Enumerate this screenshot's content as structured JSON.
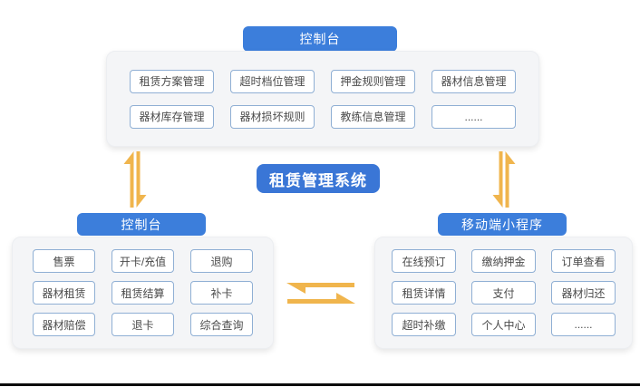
{
  "center": {
    "title": "租赁管理系统"
  },
  "top_panel": {
    "header": "控制台",
    "buttons": [
      "租赁方案管理",
      "超时档位管理",
      "押金规则管理",
      "器材信息管理",
      "器材库存管理",
      "器材损坏规则",
      "教练信息管理",
      "......"
    ]
  },
  "left_panel": {
    "header": "控制台",
    "buttons": [
      "售票",
      "开卡/充值",
      "退购",
      "器材租赁",
      "租赁结算",
      "补卡",
      "器材赔偿",
      "退卡",
      "综合查询"
    ]
  },
  "right_panel": {
    "header": "移动端小程序",
    "buttons": [
      "在线预订",
      "缴纳押金",
      "订单查看",
      "租赁详情",
      "支付",
      "器材归还",
      "超时补缴",
      "个人中心",
      "......"
    ]
  },
  "icons": {
    "left_vertical": "bidirectional-vertical-arrows",
    "right_vertical": "bidirectional-vertical-arrows",
    "horizontal": "swap-horizontal-arrows"
  },
  "colors": {
    "header_blue": "#3c7edb",
    "title_blue": "#3a76d6",
    "panel_bg": "#f4f5f7",
    "chip_border": "#8fafd4",
    "chip_text": "#4a4a4a",
    "arrow_gold": "#f0b54d",
    "divider": "#0b0b0b"
  }
}
